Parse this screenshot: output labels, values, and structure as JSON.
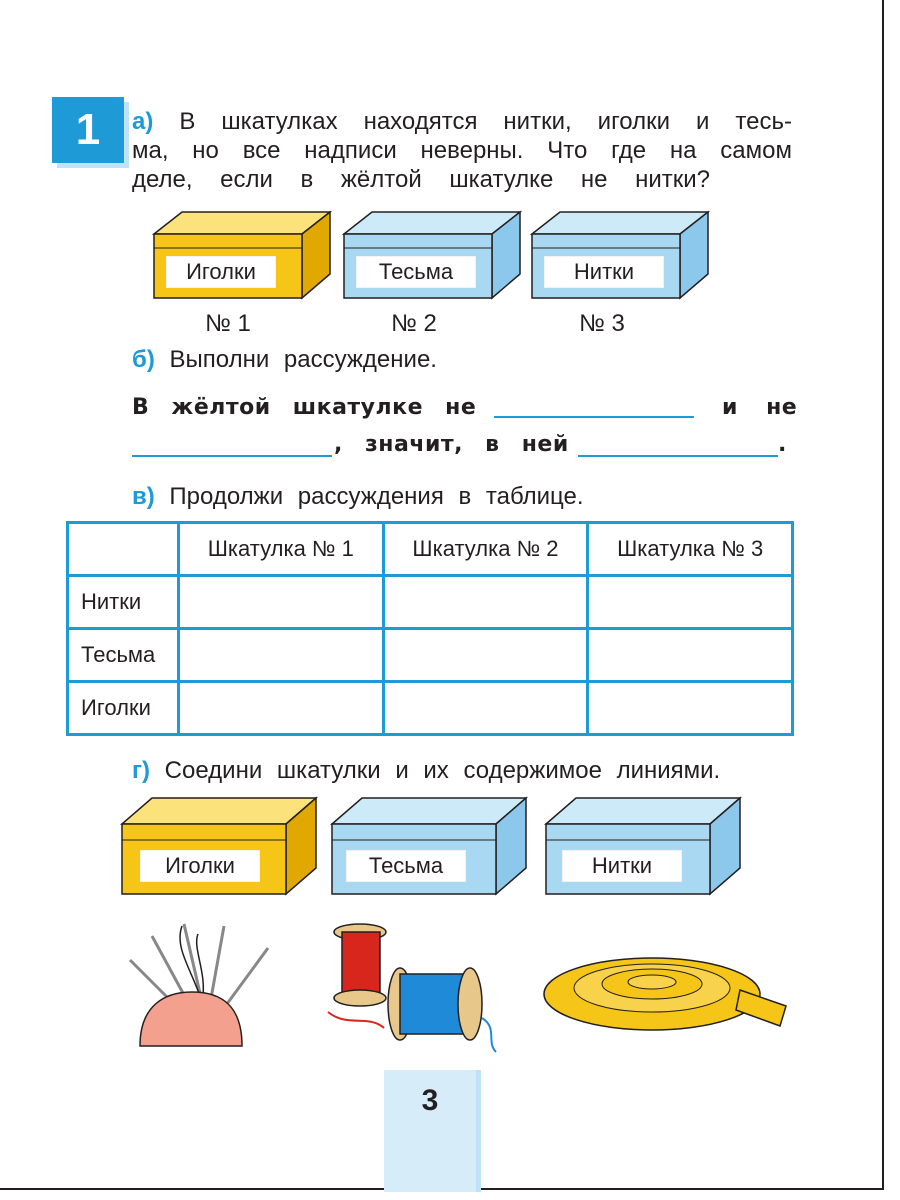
{
  "task": {
    "number": "1",
    "part_a": {
      "letter": "а)",
      "line1": "В шкатулках находятся нитки, иголки и тесь-",
      "line2": "ма, но все надписи неверны. Что где на самом",
      "line3": "деле, если в жёлтой шкатулке не нитки?"
    },
    "boxes_top": [
      {
        "label": "Иголки",
        "number": "№ 1",
        "color": "yellow"
      },
      {
        "label": "Тесьма",
        "number": "№ 2",
        "color": "blue"
      },
      {
        "label": "Нитки",
        "number": "№ 3",
        "color": "blue"
      }
    ],
    "part_b": {
      "letter": "б)",
      "text": "Выполни рассуждение.",
      "sentence_start": "В жёлтой шкатулке не",
      "sentence_and": "и не",
      "sentence_mid": ", значит, в ней",
      "sentence_end": "."
    },
    "part_v": {
      "letter": "в)",
      "text": "Продолжи рассуждения в таблице.",
      "columns": [
        "",
        "Шкатулка № 1",
        "Шкатулка № 2",
        "Шкатулка № 3"
      ],
      "rows": [
        "Нитки",
        "Тесьма",
        "Иголки"
      ]
    },
    "part_g": {
      "letter": "г)",
      "text": "Соедини шкатулки и их содержимое линиями."
    },
    "boxes_bottom": [
      {
        "label": "Иголки",
        "color": "yellow"
      },
      {
        "label": "Тесьма",
        "color": "blue"
      },
      {
        "label": "Нитки",
        "color": "blue"
      }
    ],
    "items": [
      "pincushion-with-needles",
      "thread-spools",
      "ribbon-roll"
    ]
  },
  "page_number": "3",
  "colors": {
    "accent": "#1e9ad6",
    "yellow_box": "#f5c518",
    "blue_box": "#a9d8f2"
  }
}
